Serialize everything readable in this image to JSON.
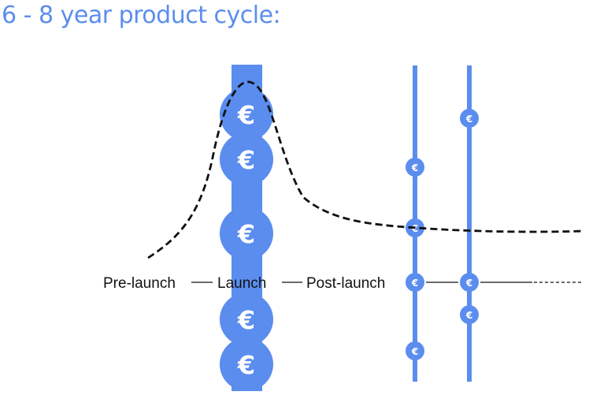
{
  "title": "6 - 8 year product cycle:",
  "stages": [
    "Pre-launch",
    "Launch",
    "Post-launch"
  ],
  "coin_symbol": "€",
  "colors": {
    "accent": "#5b8def",
    "title": "#5b8def",
    "curve": "#111111",
    "text": "#111111"
  },
  "icons": {
    "coin": "euro-coin-icon"
  }
}
